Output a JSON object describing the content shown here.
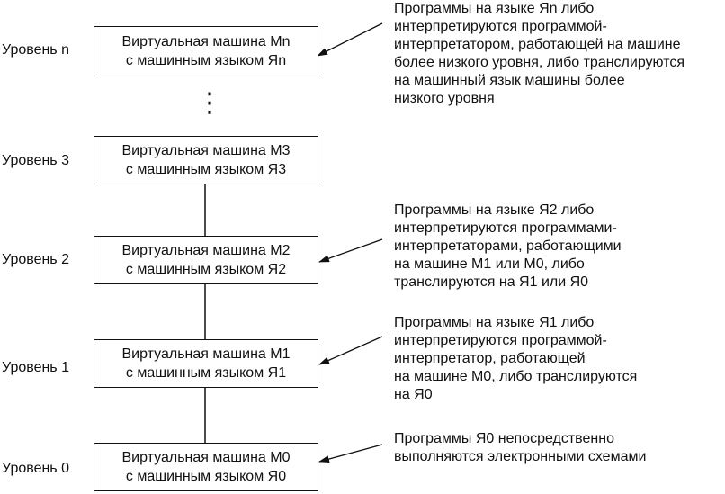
{
  "levels": [
    {
      "label": "Уровень n",
      "box_line1": "Виртуальная машина Мn",
      "box_line2": "с машинным языком Яn"
    },
    {
      "label": "Уровень 3",
      "box_line1": "Виртуальная машина М3",
      "box_line2": "с машинным языком Я3"
    },
    {
      "label": "Уровень 2",
      "box_line1": "Виртуальная машина М2",
      "box_line2": "с машинным языком Я2"
    },
    {
      "label": "Уровень 1",
      "box_line1": "Виртуальная машина М1",
      "box_line2": "с машинным языком Я1"
    },
    {
      "label": "Уровень 0",
      "box_line1": "Виртуальная машина М0",
      "box_line2": "с машинным языком Я0"
    }
  ],
  "notes": {
    "n": [
      "Программы на языке Яn либо",
      "интерпретируются программой-",
      "интерпретатором, работающей на машине",
      "более низкого уровня, либо транслируются",
      "на машинный язык машины более",
      "низкого уровня"
    ],
    "l2": [
      "Программы на языке Я2 либо",
      "интерпретируются программами-",
      "интерпретаторами, работающими",
      "на машине М1 или М0, либо",
      "транслируются на Я1 или Я0"
    ],
    "l1": [
      "Программы на языке Я1 либо",
      "интерпретируются программой-",
      "интерпретатор, работающей",
      "на машине М0, либо транслируются",
      "на  Я0"
    ],
    "l0": [
      "Программы  Я0 непосредственно",
      "выполняются электронными схемами"
    ]
  },
  "ellipsis": "⋮"
}
